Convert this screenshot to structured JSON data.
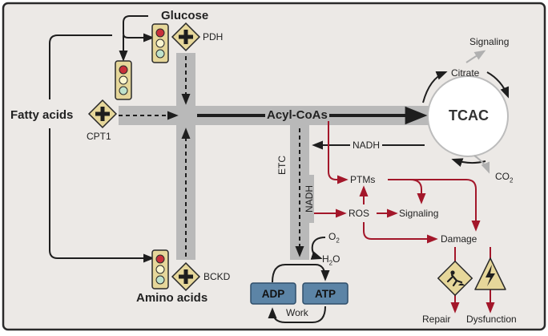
{
  "colors": {
    "background": "#ece9e6",
    "frame": "#2a2a2a",
    "pathway_bar": "#b9b9b9",
    "red_flow": "#a3172a",
    "tcac_circle": "#ffffff",
    "atp_box": "#5c84a6",
    "sign": "#e6d79a",
    "light_red": "#c8303a",
    "light_yellow": "#fbf6cf",
    "light_green": "#bfe3cc"
  },
  "icons": {
    "traffic_light": "traffic-light-icon",
    "plus_sign": "plus-diamond-icon",
    "construction": "road-work-sign-icon",
    "warning": "high-voltage-warning-icon"
  },
  "labels": {
    "glucose": "Glucose",
    "pdh": "PDH",
    "fatty_acids": "Fatty acids",
    "cpt1": "CPT1",
    "amino_acids": "Amino acids",
    "bckd": "BCKD",
    "acyl_coas": "Acyl-CoAs",
    "tcac": "TCAC",
    "citrate": "Citrate",
    "signaling_top": "Signaling",
    "co2_main": "CO",
    "co2_sub": "2",
    "nadh_h": "NADH",
    "nadh_v": "NADH",
    "etc": "ETC",
    "o2_main": "O",
    "o2_sub": "2",
    "h2o_h": "H",
    "h2o_sub": "2",
    "h2o_o": "O",
    "adp": "ADP",
    "atp": "ATP",
    "work": "Work",
    "ptms": "PTMs",
    "ros": "ROS",
    "signaling_mid": "Signaling",
    "damage": "Damage",
    "repair": "Repair",
    "dysfunction": "Dysfunction"
  }
}
